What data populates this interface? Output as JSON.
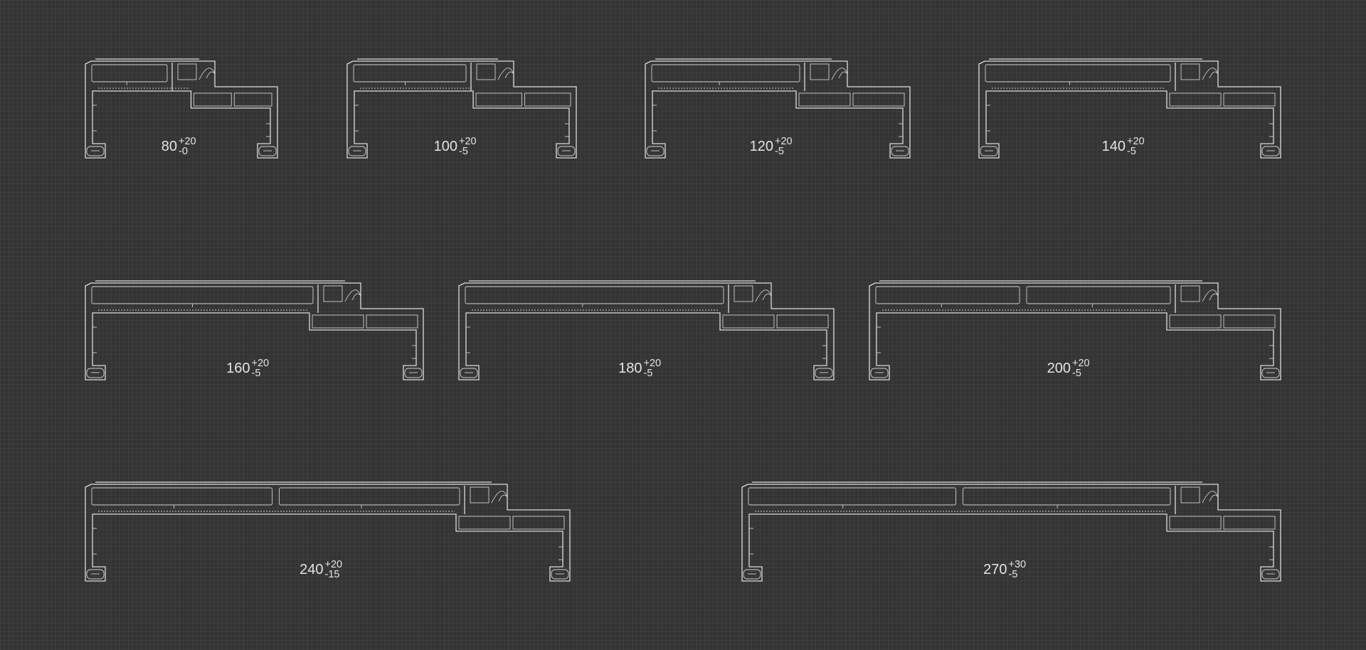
{
  "colors": {
    "background": "#343434",
    "line": "#dcdcdc",
    "text": "#e4e4e4"
  },
  "profiles": [
    {
      "nominal": "80",
      "tol_plus": "+20",
      "tol_minus": "-0"
    },
    {
      "nominal": "100",
      "tol_plus": "+20",
      "tol_minus": "-5"
    },
    {
      "nominal": "120",
      "tol_plus": "+20",
      "tol_minus": "-5"
    },
    {
      "nominal": "140",
      "tol_plus": "+20",
      "tol_minus": "-5"
    },
    {
      "nominal": "160",
      "tol_plus": "+20",
      "tol_minus": "-5"
    },
    {
      "nominal": "180",
      "tol_plus": "+20",
      "tol_minus": "-5"
    },
    {
      "nominal": "200",
      "tol_plus": "+20",
      "tol_minus": "-5"
    },
    {
      "nominal": "240",
      "tol_plus": "+20",
      "tol_minus": "-15"
    },
    {
      "nominal": "270",
      "tol_plus": "+30",
      "tol_minus": "-5"
    }
  ]
}
